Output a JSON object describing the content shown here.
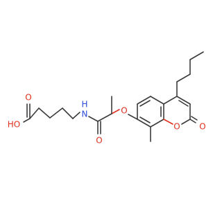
{
  "atoms": {
    "carboxyl_o_double": "O",
    "carboxyl_oh": "HO",
    "amide_n": "N",
    "amide_h": "H",
    "amide_o": "O",
    "ether_o": "O",
    "ring_o": "O",
    "lactone_o": "O"
  },
  "colors": {
    "bond": "#3b3b3b",
    "oxygen": "#e0301e",
    "nitrogen": "#2c4bd6",
    "background": "#ffffff"
  }
}
